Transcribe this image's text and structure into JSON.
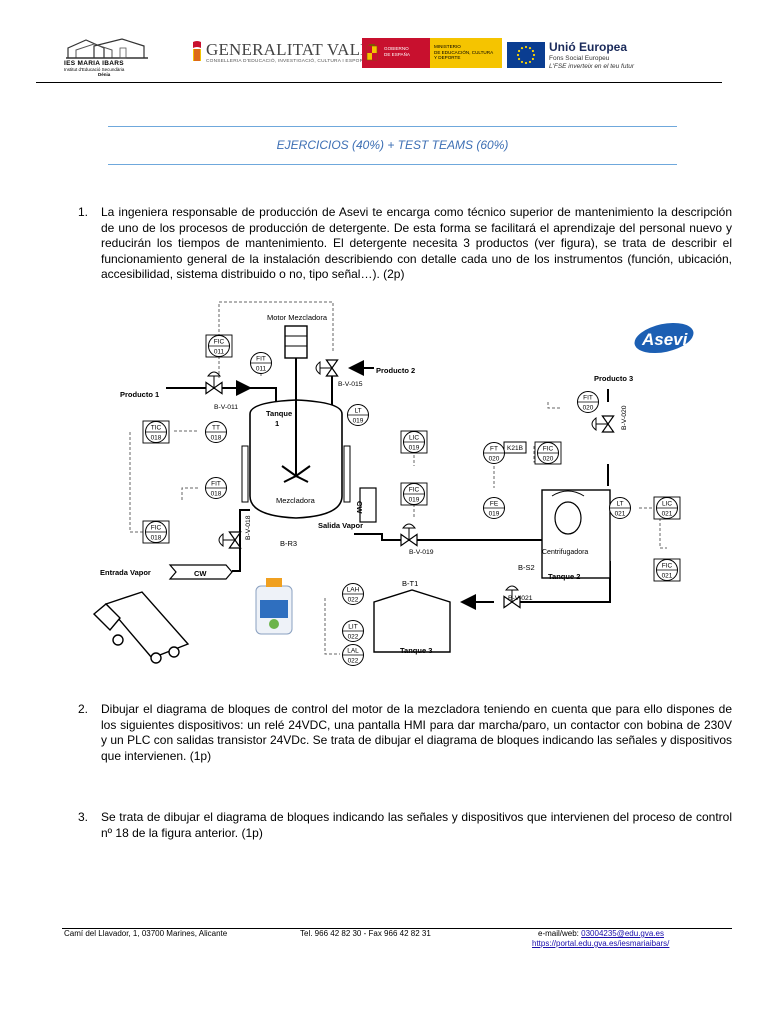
{
  "header": {
    "ies_name": "IES MARIA IBARS",
    "ies_subtitle": "Institut d'Educació Secundària",
    "ies_city": "Dénia",
    "gva_name": "GENERALITAT VALENCIANA",
    "gva_subtitle": "CONSELLERIA D'EDUCACIÓ, INVESTIGACIÓ, CULTURA I ESPORT",
    "gobierno_lines": [
      "GOBIERNO",
      "DE ESPAÑA"
    ],
    "ministerio_lines": [
      "MINISTERIO",
      "DE EDUCACIÓN, CULTURA",
      "Y DEPORTE"
    ],
    "ue_title": "Unió Europea",
    "ue_fund": "Fons Social Europeu",
    "ue_motto": "L'FSE inverteix en el teu futur"
  },
  "title": "EJERCICIOS (40%) + TEST TEAMS (60%)",
  "questions": [
    {
      "number": "1.",
      "text": "La ingeniera responsable de producción de Asevi te encarga como técnico superior de mantenimiento la descripción de uno de los procesos de producción de detergente. De esta forma se facilitará el aprendizaje del personal nuevo y reducirán los tiempos de mantenimiento. El detergente necesita 3 productos (ver figura), se trata de describir el funcionamiento general de la instalación describiendo con detalle cada uno de los instrumentos (función, ubicación, accesibilidad, sistema distribuido o no, tipo señal…). (2p)"
    },
    {
      "number": "2.",
      "text": "Dibujar el diagrama de bloques de control del motor de la mezcladora teniendo en cuenta que para ello dispones de los siguientes dispositivos: un relé 24VDC, una pantalla HMI para dar marcha/paro, un contactor con bobina de 230V y un PLC con salidas transistor 24VDc. Se trata de dibujar el diagrama de bloques indicando las señales y dispositivos que intervienen. (1p)"
    },
    {
      "number": "3.",
      "text": "Se trata de dibujar el diagrama de bloques indicando las señales y dispositivos que intervienen del proceso de control nº 18 de la figura anterior. (1p)"
    }
  ],
  "diagram": {
    "brand": "Asevi",
    "labels": {
      "motor": "Motor Mezcladora",
      "producto1": "Producto 1",
      "producto2": "Producto 2",
      "producto3": "Producto 3",
      "tanque1": [
        "Tanque",
        "1"
      ],
      "mezcladora": "Mezcladora",
      "salida_vapor": "Salida Vapor",
      "entrada_vapor": "Entrada Vapor",
      "cw": "CW",
      "br3": "B-R3",
      "bs2": "B-S2",
      "bt1": "B-T1",
      "centrifugadora": "Centrifugadora",
      "tanque2": "Tanque 2",
      "tanque3": "Tanque 3",
      "k21b": "K21B"
    },
    "valves": [
      "B-V-011",
      "B-V-015",
      "B-V-018",
      "B-V-019",
      "B-V-020",
      "B-V-021"
    ],
    "instruments": [
      {
        "tag": "FIC",
        "num": "011"
      },
      {
        "tag": "FIT",
        "num": "011"
      },
      {
        "tag": "TIC",
        "num": "018"
      },
      {
        "tag": "TT",
        "num": "018"
      },
      {
        "tag": "FIT",
        "num": "018"
      },
      {
        "tag": "FIC",
        "num": "018"
      },
      {
        "tag": "LT",
        "num": "019"
      },
      {
        "tag": "LIC",
        "num": "019"
      },
      {
        "tag": "FIC",
        "num": "019"
      },
      {
        "tag": "FT",
        "num": "020"
      },
      {
        "tag": "FIC",
        "num": "020"
      },
      {
        "tag": "FIT",
        "num": "020"
      },
      {
        "tag": "FE",
        "num": "019"
      },
      {
        "tag": "LT",
        "num": "021"
      },
      {
        "tag": "LIC",
        "num": "021"
      },
      {
        "tag": "FIC",
        "num": "021"
      },
      {
        "tag": "LAH",
        "num": "022"
      },
      {
        "tag": "LIT",
        "num": "022"
      },
      {
        "tag": "LAL",
        "num": "022"
      }
    ]
  },
  "footer": {
    "address": "Camí del Llavador, 1, 03700 Marines, Alicante",
    "phone": "Tel. 966 42 82 30 - Fax 966 42 82 31",
    "email_label": "e-mail/web:",
    "email": "03004235@edu.gva.es",
    "web": "https://portal.edu.gva.es/iesmariaibars/"
  }
}
